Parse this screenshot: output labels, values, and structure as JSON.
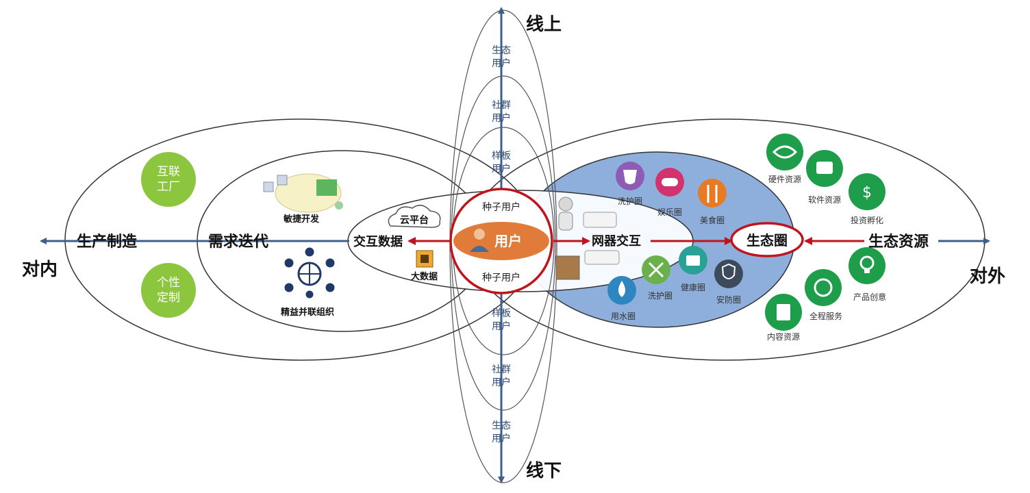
{
  "axes": {
    "online": "线上",
    "offline": "线下",
    "internal": "对内",
    "external": "对外"
  },
  "vertical_rings": {
    "top": [
      "生态\n用户",
      "社群\n用户",
      "样板\n用户"
    ],
    "bottom": [
      "样板\n用户",
      "社群\n用户",
      "生态\n用户"
    ],
    "seed_top": "种子用户",
    "seed_bottom": "种子用户"
  },
  "center": {
    "user": "用户"
  },
  "left": {
    "outer_label": "生产制造",
    "middle_label": "需求迭代",
    "inner_label": "交互数据",
    "green_circles": [
      "互联\n工厂",
      "个性\n定制"
    ],
    "agile": "敏捷开发",
    "lean": "精益并联组织",
    "cloud": "云平台",
    "bigdata": "大数据"
  },
  "right": {
    "inner_label": "网器交互",
    "eco_circle": "生态圈",
    "outer_label": "生态资源",
    "circles": [
      {
        "label": "洗护圈",
        "color": "#8e5bb5",
        "icon": "mask-icon"
      },
      {
        "label": "娱乐圈",
        "color": "#d3336d",
        "icon": "gamepad-icon"
      },
      {
        "label": "美食圈",
        "color": "#e67a25",
        "icon": "fork-knife-icon"
      },
      {
        "label": "洗护圈",
        "color": "#6ab04c",
        "icon": "tools-icon"
      },
      {
        "label": "健康圈",
        "color": "#2aa198",
        "icon": "medkit-icon"
      },
      {
        "label": "安防圈",
        "color": "#3d4a5c",
        "icon": "shield-icon"
      },
      {
        "label": "用水圈",
        "color": "#2e86c1",
        "icon": "water-drop-icon"
      }
    ],
    "resources": [
      {
        "label": "硬件资源",
        "icon": "hardware-icon"
      },
      {
        "label": "软件资源",
        "icon": "software-icon"
      },
      {
        "label": "投资孵化",
        "icon": "investment-icon"
      },
      {
        "label": "产品创意",
        "icon": "idea-icon"
      },
      {
        "label": "全程服务",
        "icon": "service-icon"
      },
      {
        "label": "内容资源",
        "icon": "content-icon"
      }
    ]
  },
  "colors": {
    "axis": "#3f5f8a",
    "red": "#c0141c",
    "green": "#8cc63f",
    "orange": "#e07b39",
    "eco_blue": "#8eaedc",
    "res_green": "#1e9e4a"
  }
}
